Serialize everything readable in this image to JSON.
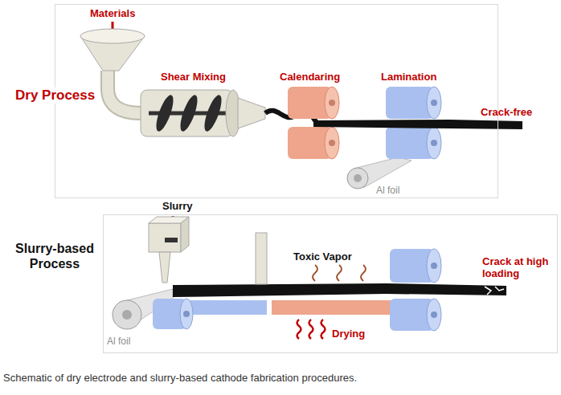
{
  "diagram": {
    "caption": "Schematic of dry electrode and slurry-based cathode fabrication procedures.",
    "nodes": [
      {
        "text": [
          "Dry Process"
        ]
      },
      {
        "text": [
          "Slurry-based Process"
        ]
      }
    ],
    "labels": [
      "Materials",
      "Shear Mixing",
      "Calendaring",
      "Lamination",
      "Crack-free",
      "Al foil",
      "Slurry",
      "Toxic Vapor",
      "Crack at high loading",
      "Drying",
      "Al foil"
    ]
  }
}
